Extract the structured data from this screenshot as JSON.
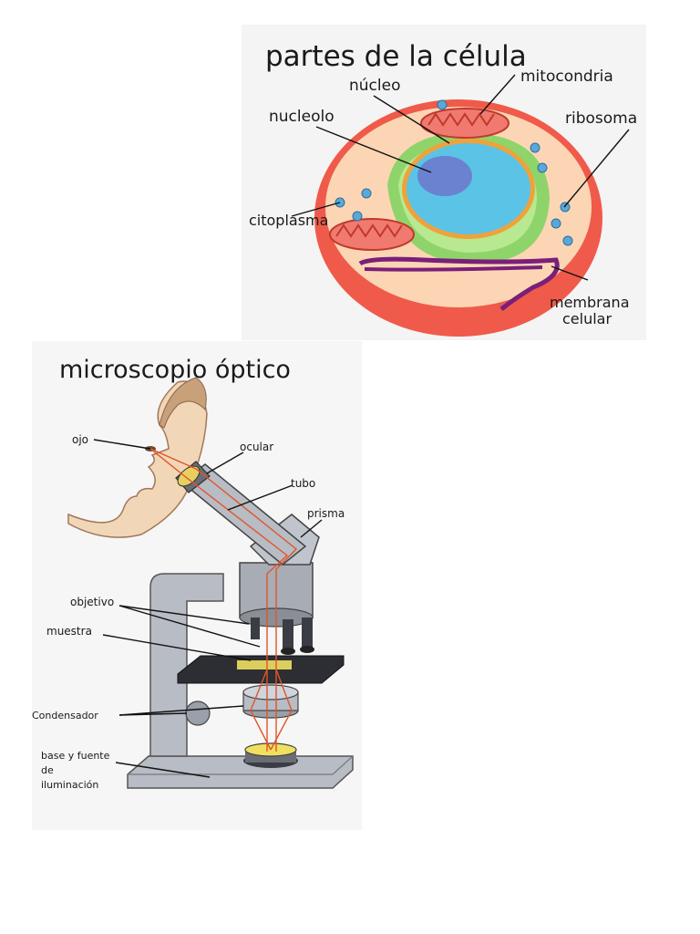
{
  "cell_diagram": {
    "title": "partes de la célula",
    "labels": {
      "nucleo": "núcleo",
      "mitocondria": "mitocondria",
      "nucleolo": "nucleolo",
      "ribosoma": "ribosoma",
      "citoplasma": "citoplasma",
      "membrana_line1": "membrana",
      "membrana_line2": "celular"
    },
    "colors": {
      "membrane": "#f05a4a",
      "cytoplasm": "#fcd6b4",
      "nucleus": "#5bc3e6",
      "nucleolus": "#6a82d0",
      "er": "#8fd46a",
      "mitochondria": "#f07a70",
      "ribosome": "#5aa8d8",
      "golgi": "#7a1f7a"
    }
  },
  "microscope_diagram": {
    "title": "microscopio óptico",
    "labels": {
      "ojo": "ojo",
      "ocular": "ocular",
      "tubo": "tubo",
      "prisma": "prisma",
      "objetivo": "objetivo",
      "muestra": "muestra",
      "condensador": "Condensador",
      "base_line1": "base y fuente",
      "base_line2": "de",
      "base_line3": "iluminación"
    },
    "colors": {
      "body": "#b8bcc4",
      "dark": "#3a3d44",
      "light_path": "#e0552a",
      "skin": "#f2d6b8",
      "hair": "#c8a07a"
    }
  }
}
